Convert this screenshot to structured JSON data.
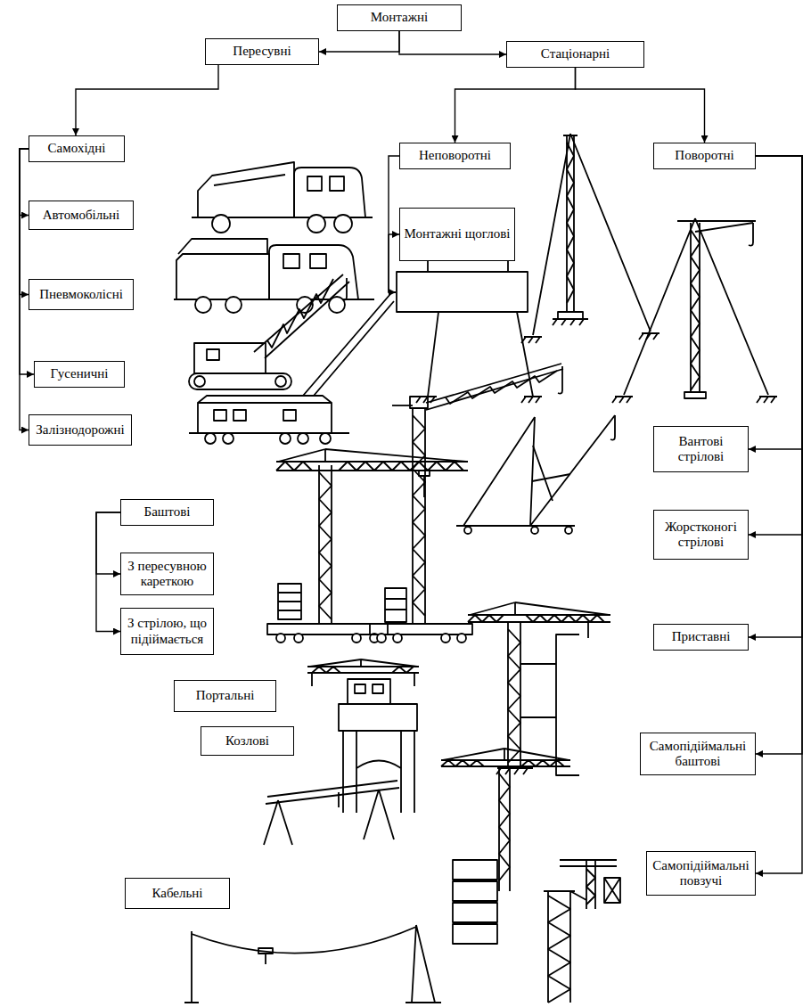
{
  "diagram": {
    "nodes": [
      {
        "text": [
          "Монтажні"
        ]
      },
      {
        "text": [
          "Пересувні"
        ]
      },
      {
        "text": [
          "Стаціонарні"
        ]
      },
      {
        "text": [
          "Самохідні"
        ]
      },
      {
        "text": [
          "Неповоротні"
        ]
      },
      {
        "text": [
          "Поворотні"
        ]
      },
      {
        "text": [
          "Автомобільні"
        ]
      },
      {
        "text": [
          "Монтажні щоглові"
        ]
      },
      {
        "text": [
          "Пневмоколісні"
        ]
      },
      {
        "text": [
          "Гусеничні"
        ]
      },
      {
        "text": [
          "Залізнодорожні"
        ]
      },
      {
        "text": [
          "Вантові стрілові"
        ]
      },
      {
        "text": [
          "Баштові"
        ]
      },
      {
        "text": [
          "Жорстконогі стрілові"
        ]
      },
      {
        "text": [
          "З пересувною кареткою"
        ]
      },
      {
        "text": [
          "З стрілою, що підіймається"
        ]
      },
      {
        "text": [
          "Портальні"
        ]
      },
      {
        "text": [
          "Приставні"
        ]
      },
      {
        "text": [
          "Козлові"
        ]
      },
      {
        "text": [
          "Самопідіймальні баштові"
        ]
      },
      {
        "text": [
          "Кабельні"
        ]
      },
      {
        "text": [
          "Самопідіймальні повзучі"
        ]
      }
    ],
    "edges": [
      {
        "from": 0,
        "to": 1,
        "arrow": "to"
      },
      {
        "from": 0,
        "to": 2,
        "arrow": "to"
      },
      {
        "from": 1,
        "to": 3,
        "arrow": "to"
      },
      {
        "from": 2,
        "to": 4,
        "arrow": "to"
      },
      {
        "from": 2,
        "to": 5,
        "arrow": "to"
      },
      {
        "from": 3,
        "to": 6,
        "arrow": "to"
      },
      {
        "from": 3,
        "to": 8,
        "arrow": "to"
      },
      {
        "from": 3,
        "to": 9,
        "arrow": "to"
      },
      {
        "from": 3,
        "to": 10,
        "arrow": "to"
      },
      {
        "from": 4,
        "to": 7,
        "arrow": "to"
      },
      {
        "from": 5,
        "to": 11,
        "arrow": "to"
      },
      {
        "from": 5,
        "to": 13,
        "arrow": "to"
      },
      {
        "from": 5,
        "to": 17,
        "arrow": "to"
      },
      {
        "from": 5,
        "to": 19,
        "arrow": "to"
      },
      {
        "from": 5,
        "to": 21,
        "arrow": "to"
      },
      {
        "from": 12,
        "to": 14,
        "arrow": "to"
      },
      {
        "from": 12,
        "to": 15,
        "arrow": "to"
      }
    ]
  }
}
